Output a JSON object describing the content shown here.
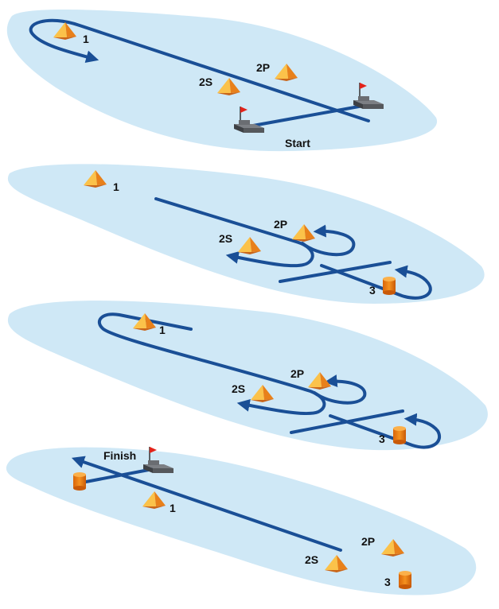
{
  "colors": {
    "water": "#cfe8f6",
    "course_line": "#1a4f96",
    "mark_pyramid": "#f29a1f",
    "mark_cylinder": "#f07d12",
    "committee_boat": "#55585c",
    "flag": "#e2231a"
  },
  "panel1": {
    "mark_1": "1",
    "mark_2p": "2P",
    "mark_2s": "2S",
    "start_label": "Start"
  },
  "panel2": {
    "mark_1": "1",
    "mark_2p": "2P",
    "mark_2s": "2S",
    "mark_3": "3"
  },
  "panel3": {
    "mark_1": "1",
    "mark_2p": "2P",
    "mark_2s": "2S",
    "mark_3": "3"
  },
  "panel4": {
    "finish_label": "Finish",
    "mark_1": "1",
    "mark_2p": "2P",
    "mark_2s": "2S",
    "mark_3": "3"
  }
}
